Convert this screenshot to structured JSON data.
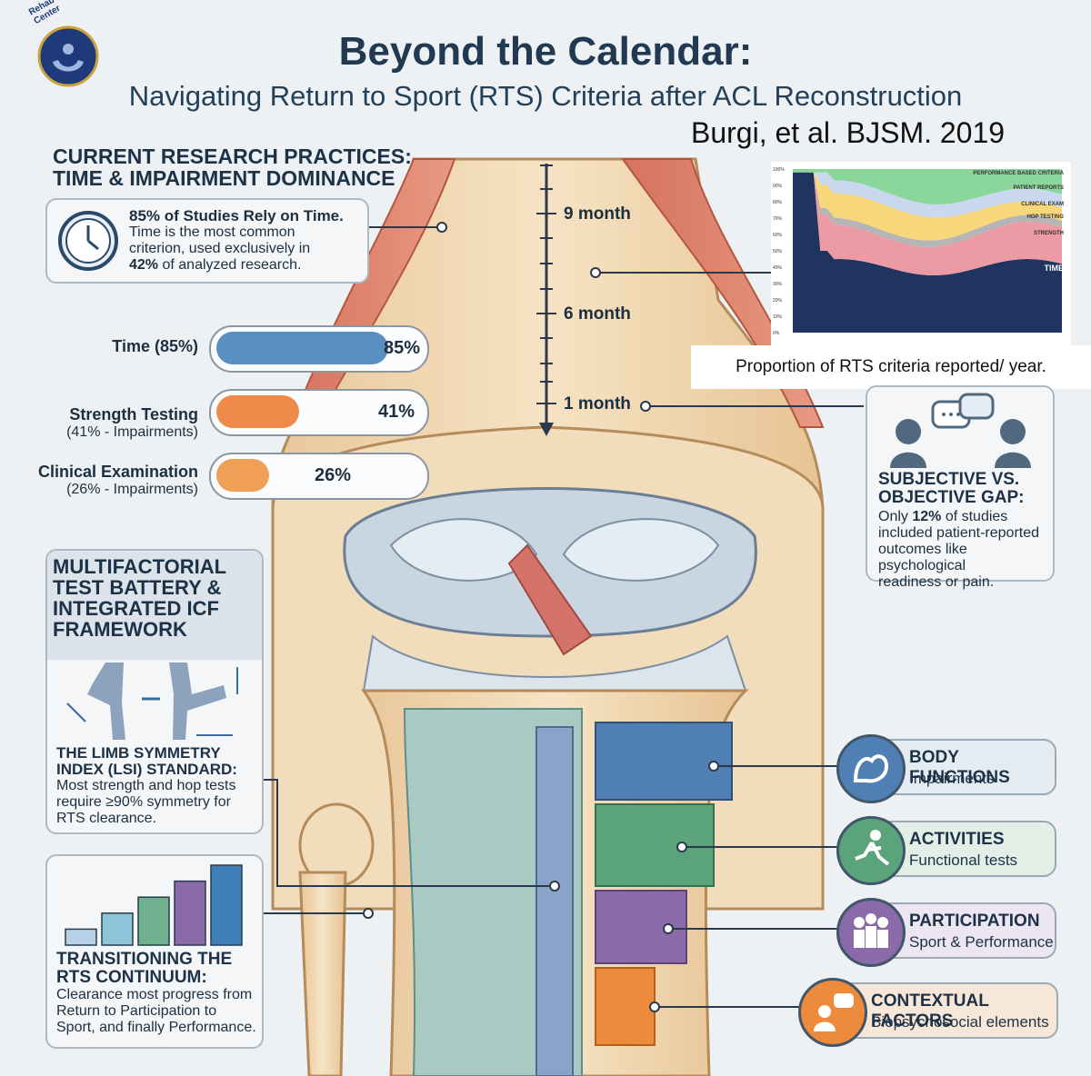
{
  "header": {
    "logo_text": "Rehab Learning Center",
    "title": "Beyond the Calendar:",
    "subtitle": "Navigating Return to Sport (RTS) Criteria after ACL Reconstruction",
    "citation": "Burgi, et al. BJSM. 2019"
  },
  "research": {
    "heading_line1": "CURRENT RESEARCH PRACTICES:",
    "heading_line2": "TIME & IMPAIRMENT DOMINANCE",
    "stat_title": "85% of Studies Rely on Time.",
    "stat_text1": "Time is the most common",
    "stat_text2": "criterion, used exclusively in",
    "stat_pct": "42%",
    "stat_text3": " of analyzed research."
  },
  "bars": [
    {
      "label": "Time (85%)",
      "sub": "",
      "pct_label": "85%",
      "value": 85,
      "color": "#5a8fc2"
    },
    {
      "label": "Strength Testing",
      "sub": "(41% - Impairments)",
      "pct_label": "41%",
      "value": 41,
      "color": "#ee8a4a"
    },
    {
      "label": "Clinical Examination",
      "sub": "(26% - Impairments)",
      "pct_label": "26%",
      "value": 26,
      "color": "#f0a055"
    }
  ],
  "timeline": {
    "m9": "9 month",
    "m6": "6 month",
    "m1": "1 month"
  },
  "chart_caption": "Proportion of RTS criteria reported/ year.",
  "chart_data": {
    "type": "area",
    "series": [
      {
        "name": "TIME",
        "color": "#1f3560"
      },
      {
        "name": "STRENGTH",
        "color": "#ec9aa4"
      },
      {
        "name": "HOP TESTING",
        "color": "#b5b5b5"
      },
      {
        "name": "CLINICAL EXAM",
        "color": "#f7d77a"
      },
      {
        "name": "PATIENT REPORTS",
        "color": "#c9d8ef"
      },
      {
        "name": "PERFORMANCE BASED CRITERIA",
        "color": "#8bd69b"
      }
    ],
    "ylim": [
      0,
      100
    ],
    "yticks": [
      "0%",
      "10%",
      "20%",
      "30%",
      "40%",
      "50%",
      "60%",
      "70%",
      "80%",
      "90%",
      "100%"
    ]
  },
  "subjective": {
    "heading1": "SUBJECTIVE VS.",
    "heading2": "OBJECTIVE GAP:",
    "t1": "Only ",
    "pct": "12%",
    "t2": " of studies",
    "t3": "included patient-reported",
    "t4": "outcomes like psychological",
    "t5": "readiness or pain."
  },
  "multifactorial": {
    "h1": "MULTIFACTORIAL",
    "h2": "TEST BATTERY &",
    "h3": "INTEGRATED ICF",
    "h4": "FRAMEWORK",
    "lsi1": "THE LIMB SYMMETRY",
    "lsi2": "INDEX (LSI) STANDARD:",
    "lsi3": "Most strength and hop tests",
    "lsi4": "require ≥90% symmetry for",
    "lsi5": "RTS clearance."
  },
  "continuum": {
    "h1": "TRANSITIONING THE",
    "h2": "RTS CONTINUUM:",
    "t1": "Clearance most progress from",
    "t2": "Return to Participation to",
    "t3": "Sport, and finally Performance.",
    "bars": [
      1,
      2,
      3,
      4,
      5
    ]
  },
  "icf": [
    {
      "title": "BODY FUNCTIONS",
      "sub": "Impairments",
      "icon": "muscle-icon",
      "color": "#4f7fb3"
    },
    {
      "title": "ACTIVITIES",
      "sub": "Functional tests",
      "icon": "runner-icon",
      "color": "#5ba37a"
    },
    {
      "title": "PARTICIPATION",
      "sub": "Sport & Performance",
      "icon": "team-icon",
      "color": "#8a6aa8"
    },
    {
      "title": "CONTEXTUAL FACTORS",
      "sub": "Biopsychosocial elements",
      "icon": "person-speech-icon",
      "color": "#ee8a3c"
    }
  ]
}
